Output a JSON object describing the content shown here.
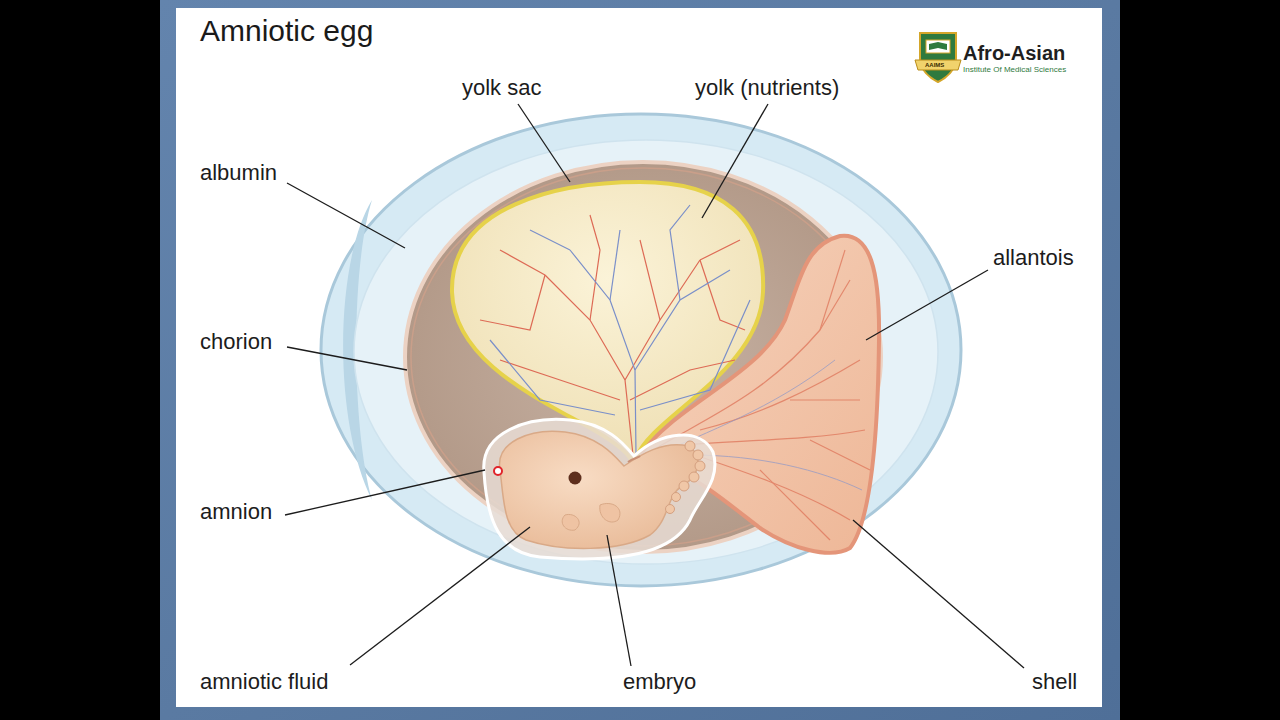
{
  "diagram": {
    "title": "Amniotic egg",
    "labels": [
      "Afro-Asian",
      "Institute Of Medical Sciences",
      "AAIMS",
      "yolk sac",
      "yolk (nutrients)",
      "albumin",
      "allantois",
      "chorion",
      "amnion",
      "amniotic fluid",
      "embryo",
      "shell"
    ]
  }
}
